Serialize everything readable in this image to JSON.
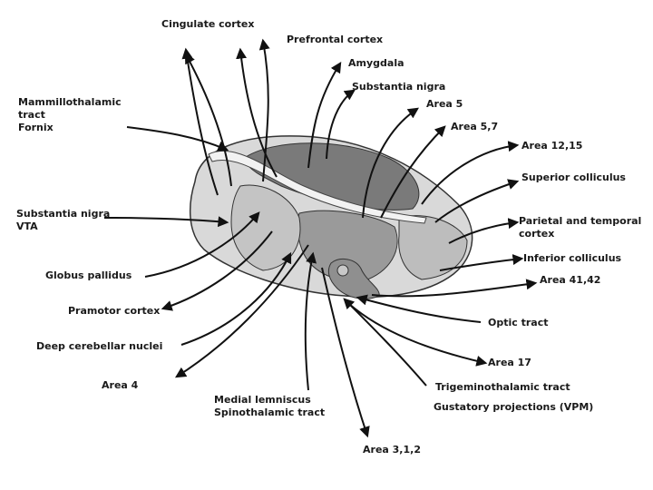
{
  "diagram": {
    "labels": {
      "cingulate": "Cingulate cortex",
      "prefrontal": "Prefrontal cortex",
      "amygdala": "Amygdala",
      "subnigra_top": "Substantia nigra",
      "area5": "Area 5",
      "area57": "Area 5,7",
      "area1215": "Area 12,15",
      "supcoll": "Superior colliculus",
      "parietal": "Parietal and temporal\ncortex",
      "infcoll": "Inferior colliculus",
      "area4142": "Area 41,42",
      "optic": "Optic tract",
      "area17": "Area 17",
      "trigem": "Trigeminothalamic tract",
      "gustatory": "Gustatory projections (VPM)",
      "area312": "Area 3,1,2",
      "medial": "Medial lemniscus\nSpinothalamic tract",
      "area4": "Area 4",
      "deepcb": "Deep cerebellar nuclei",
      "premotor": "Pramotor cortex",
      "globus": "Globus pallidus",
      "subnigra_vta": "Substantia nigra\nVTA",
      "mammillo": "Mammillothalamic\ntract\nFornix"
    },
    "colors": {
      "background": "#ffffff",
      "text": "#1a1a1a",
      "arrow": "#111111",
      "tissue_light": "#d9d9d9",
      "tissue_mid": "#9a9a9a",
      "tissue_dark": "#6e6e6e",
      "tissue_white": "#f2f2f2"
    }
  }
}
